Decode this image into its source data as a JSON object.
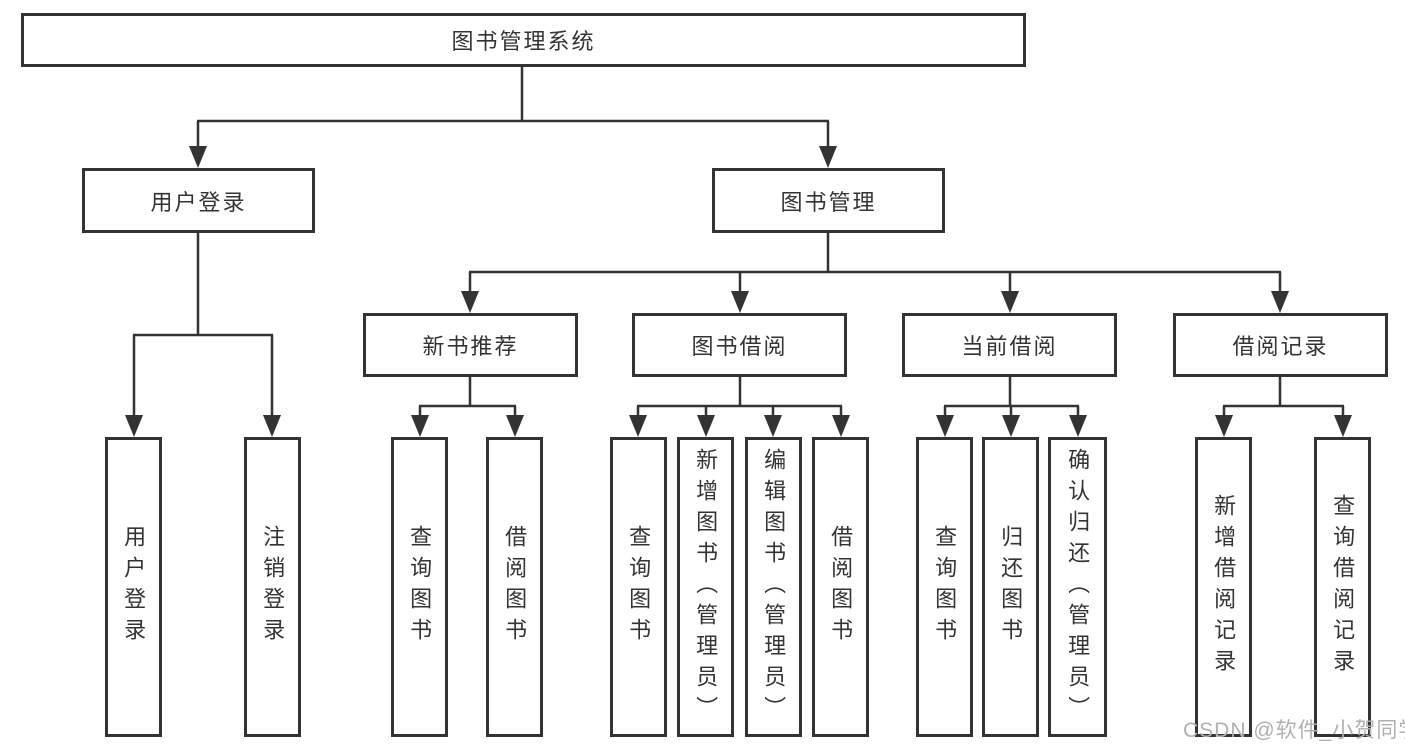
{
  "meta": {
    "diagram_type": "hierarchy",
    "line_color": "#333333",
    "box_background": "#ffffff",
    "text_color": "#333333",
    "watermark_color": "#b0b0b0"
  },
  "tree": {
    "root": {
      "label": "图书管理系统"
    },
    "branches": [
      {
        "label": "用户登录",
        "children": [
          {
            "label": "用户登录"
          },
          {
            "label": "注销登录"
          }
        ]
      },
      {
        "label": "图书管理",
        "groups": [
          {
            "label": "新书推荐",
            "children": [
              {
                "label": "查询图书"
              },
              {
                "label": "借阅图书"
              }
            ]
          },
          {
            "label": "图书借阅",
            "children": [
              {
                "label": "查询图书"
              },
              {
                "label": "新增图书（管理员）"
              },
              {
                "label": "编辑图书（管理员）"
              },
              {
                "label": "借阅图书"
              }
            ]
          },
          {
            "label": "当前借阅",
            "children": [
              {
                "label": "查询图书"
              },
              {
                "label": "归还图书"
              },
              {
                "label": "确认归还（管理员）"
              }
            ]
          },
          {
            "label": "借阅记录",
            "children": [
              {
                "label": "新增借阅记录"
              },
              {
                "label": "查询借阅记录"
              }
            ]
          }
        ]
      }
    ]
  },
  "watermark": {
    "text": "CSDN @软件_小贺同学"
  }
}
